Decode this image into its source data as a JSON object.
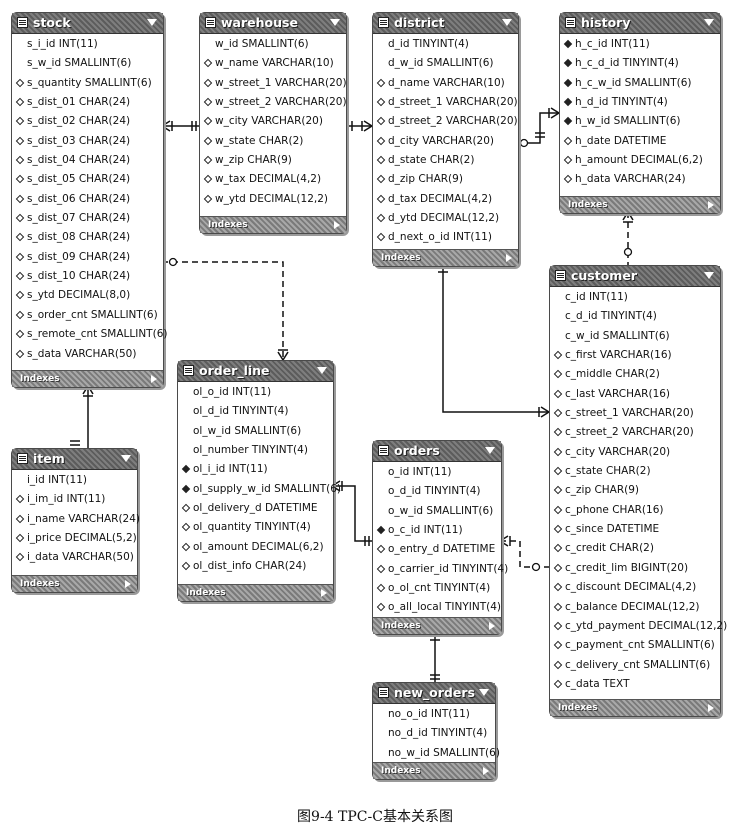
{
  "caption": "图9-4  TPC-C基本关系图",
  "footer_label": "Indexes",
  "tables": [
    {
      "id": "stock",
      "name": "stock",
      "columns": [
        {
          "text": "s_i_id INT(11)",
          "marker": "none"
        },
        {
          "text": "s_w_id SMALLINT(6)",
          "marker": "none"
        },
        {
          "text": "s_quantity SMALLINT(6)",
          "marker": "diamond-open"
        },
        {
          "text": "s_dist_01 CHAR(24)",
          "marker": "diamond-open"
        },
        {
          "text": "s_dist_02 CHAR(24)",
          "marker": "diamond-open"
        },
        {
          "text": "s_dist_03 CHAR(24)",
          "marker": "diamond-open"
        },
        {
          "text": "s_dist_04 CHAR(24)",
          "marker": "diamond-open"
        },
        {
          "text": "s_dist_05 CHAR(24)",
          "marker": "diamond-open"
        },
        {
          "text": "s_dist_06 CHAR(24)",
          "marker": "diamond-open"
        },
        {
          "text": "s_dist_07 CHAR(24)",
          "marker": "diamond-open"
        },
        {
          "text": "s_dist_08 CHAR(24)",
          "marker": "diamond-open"
        },
        {
          "text": "s_dist_09 CHAR(24)",
          "marker": "diamond-open"
        },
        {
          "text": "s_dist_10 CHAR(24)",
          "marker": "diamond-open"
        },
        {
          "text": "s_ytd DECIMAL(8,0)",
          "marker": "diamond-open"
        },
        {
          "text": "s_order_cnt SMALLINT(6)",
          "marker": "diamond-open"
        },
        {
          "text": "s_remote_cnt SMALLINT(6)",
          "marker": "diamond-open"
        },
        {
          "text": "s_data VARCHAR(50)",
          "marker": "diamond-open"
        }
      ]
    },
    {
      "id": "warehouse",
      "name": "warehouse",
      "columns": [
        {
          "text": "w_id SMALLINT(6)",
          "marker": "none"
        },
        {
          "text": "w_name VARCHAR(10)",
          "marker": "diamond-open"
        },
        {
          "text": "w_street_1 VARCHAR(20)",
          "marker": "diamond-open"
        },
        {
          "text": "w_street_2 VARCHAR(20)",
          "marker": "diamond-open"
        },
        {
          "text": "w_city VARCHAR(20)",
          "marker": "diamond-open"
        },
        {
          "text": "w_state CHAR(2)",
          "marker": "diamond-open"
        },
        {
          "text": "w_zip CHAR(9)",
          "marker": "diamond-open"
        },
        {
          "text": "w_tax DECIMAL(4,2)",
          "marker": "diamond-open"
        },
        {
          "text": "w_ytd DECIMAL(12,2)",
          "marker": "diamond-open"
        }
      ]
    },
    {
      "id": "district",
      "name": "district",
      "columns": [
        {
          "text": "d_id TINYINT(4)",
          "marker": "none"
        },
        {
          "text": "d_w_id SMALLINT(6)",
          "marker": "none"
        },
        {
          "text": "d_name VARCHAR(10)",
          "marker": "diamond-open"
        },
        {
          "text": "d_street_1 VARCHAR(20)",
          "marker": "diamond-open"
        },
        {
          "text": "d_street_2 VARCHAR(20)",
          "marker": "diamond-open"
        },
        {
          "text": "d_city VARCHAR(20)",
          "marker": "diamond-open"
        },
        {
          "text": "d_state CHAR(2)",
          "marker": "diamond-open"
        },
        {
          "text": "d_zip CHAR(9)",
          "marker": "diamond-open"
        },
        {
          "text": "d_tax DECIMAL(4,2)",
          "marker": "diamond-open"
        },
        {
          "text": "d_ytd DECIMAL(12,2)",
          "marker": "diamond-open"
        },
        {
          "text": "d_next_o_id INT(11)",
          "marker": "diamond-open"
        }
      ]
    },
    {
      "id": "history",
      "name": "history",
      "columns": [
        {
          "text": "h_c_id INT(11)",
          "marker": "diamond-fill"
        },
        {
          "text": "h_c_d_id TINYINT(4)",
          "marker": "diamond-fill"
        },
        {
          "text": "h_c_w_id SMALLINT(6)",
          "marker": "diamond-fill"
        },
        {
          "text": "h_d_id TINYINT(4)",
          "marker": "diamond-fill"
        },
        {
          "text": "h_w_id SMALLINT(6)",
          "marker": "diamond-fill"
        },
        {
          "text": "h_date DATETIME",
          "marker": "diamond-open"
        },
        {
          "text": "h_amount DECIMAL(6,2)",
          "marker": "diamond-open"
        },
        {
          "text": "h_data VARCHAR(24)",
          "marker": "diamond-open"
        }
      ]
    },
    {
      "id": "customer",
      "name": "customer",
      "columns": [
        {
          "text": "c_id INT(11)",
          "marker": "none"
        },
        {
          "text": "c_d_id TINYINT(4)",
          "marker": "none"
        },
        {
          "text": "c_w_id SMALLINT(6)",
          "marker": "none"
        },
        {
          "text": "c_first VARCHAR(16)",
          "marker": "diamond-open"
        },
        {
          "text": "c_middle CHAR(2)",
          "marker": "diamond-open"
        },
        {
          "text": "c_last VARCHAR(16)",
          "marker": "diamond-open"
        },
        {
          "text": "c_street_1 VARCHAR(20)",
          "marker": "diamond-open"
        },
        {
          "text": "c_street_2 VARCHAR(20)",
          "marker": "diamond-open"
        },
        {
          "text": "c_city VARCHAR(20)",
          "marker": "diamond-open"
        },
        {
          "text": "c_state CHAR(2)",
          "marker": "diamond-open"
        },
        {
          "text": "c_zip CHAR(9)",
          "marker": "diamond-open"
        },
        {
          "text": "c_phone CHAR(16)",
          "marker": "diamond-open"
        },
        {
          "text": "c_since DATETIME",
          "marker": "diamond-open"
        },
        {
          "text": "c_credit CHAR(2)",
          "marker": "diamond-open"
        },
        {
          "text": "c_credit_lim BIGINT(20)",
          "marker": "diamond-open"
        },
        {
          "text": "c_discount DECIMAL(4,2)",
          "marker": "diamond-open"
        },
        {
          "text": "c_balance DECIMAL(12,2)",
          "marker": "diamond-open"
        },
        {
          "text": "c_ytd_payment DECIMAL(12,2)",
          "marker": "diamond-open"
        },
        {
          "text": "c_payment_cnt SMALLINT(6)",
          "marker": "diamond-open"
        },
        {
          "text": "c_delivery_cnt SMALLINT(6)",
          "marker": "diamond-open"
        },
        {
          "text": "c_data TEXT",
          "marker": "diamond-open"
        }
      ]
    },
    {
      "id": "item",
      "name": "item",
      "columns": [
        {
          "text": "i_id INT(11)",
          "marker": "none"
        },
        {
          "text": "i_im_id INT(11)",
          "marker": "diamond-open"
        },
        {
          "text": "i_name VARCHAR(24)",
          "marker": "diamond-open"
        },
        {
          "text": "i_price DECIMAL(5,2)",
          "marker": "diamond-open"
        },
        {
          "text": "i_data VARCHAR(50)",
          "marker": "diamond-open"
        }
      ]
    },
    {
      "id": "order_line",
      "name": "order_line",
      "columns": [
        {
          "text": "ol_o_id INT(11)",
          "marker": "none"
        },
        {
          "text": "ol_d_id TINYINT(4)",
          "marker": "none"
        },
        {
          "text": "ol_w_id SMALLINT(6)",
          "marker": "none"
        },
        {
          "text": "ol_number TINYINT(4)",
          "marker": "none"
        },
        {
          "text": "ol_i_id INT(11)",
          "marker": "diamond-fill"
        },
        {
          "text": "ol_supply_w_id SMALLINT(6)",
          "marker": "diamond-fill"
        },
        {
          "text": "ol_delivery_d DATETIME",
          "marker": "diamond-open"
        },
        {
          "text": "ol_quantity TINYINT(4)",
          "marker": "diamond-open"
        },
        {
          "text": "ol_amount DECIMAL(6,2)",
          "marker": "diamond-open"
        },
        {
          "text": "ol_dist_info CHAR(24)",
          "marker": "diamond-open"
        }
      ]
    },
    {
      "id": "orders",
      "name": "orders",
      "columns": [
        {
          "text": "o_id INT(11)",
          "marker": "none"
        },
        {
          "text": "o_d_id TINYINT(4)",
          "marker": "none"
        },
        {
          "text": "o_w_id SMALLINT(6)",
          "marker": "none"
        },
        {
          "text": "o_c_id INT(11)",
          "marker": "diamond-fill"
        },
        {
          "text": "o_entry_d DATETIME",
          "marker": "diamond-open"
        },
        {
          "text": "o_carrier_id TINYINT(4)",
          "marker": "diamond-open"
        },
        {
          "text": "o_ol_cnt TINYINT(4)",
          "marker": "diamond-open"
        },
        {
          "text": "o_all_local TINYINT(4)",
          "marker": "diamond-open"
        }
      ]
    },
    {
      "id": "new_orders",
      "name": "new_orders",
      "columns": [
        {
          "text": "no_o_id INT(11)",
          "marker": "none"
        },
        {
          "text": "no_d_id TINYINT(4)",
          "marker": "none"
        },
        {
          "text": "no_w_id SMALLINT(6)",
          "marker": "none"
        }
      ]
    }
  ],
  "relationships": [
    {
      "from": "stock",
      "to": "warehouse",
      "style": "solid",
      "type": "identifying"
    },
    {
      "from": "warehouse",
      "to": "district",
      "style": "solid",
      "type": "identifying"
    },
    {
      "from": "district",
      "to": "history",
      "style": "solid",
      "type": "non-identifying"
    },
    {
      "from": "history",
      "to": "customer",
      "style": "dashed",
      "type": "non-identifying"
    },
    {
      "from": "district",
      "to": "customer",
      "style": "solid",
      "type": "identifying"
    },
    {
      "from": "stock",
      "to": "order_line",
      "style": "dashed",
      "type": "non-identifying"
    },
    {
      "from": "stock",
      "to": "item",
      "style": "solid",
      "type": "identifying"
    },
    {
      "from": "order_line",
      "to": "orders",
      "style": "solid",
      "type": "identifying"
    },
    {
      "from": "orders",
      "to": "customer",
      "style": "dashed",
      "type": "non-identifying"
    },
    {
      "from": "orders",
      "to": "new_orders",
      "style": "solid",
      "type": "identifying"
    }
  ]
}
